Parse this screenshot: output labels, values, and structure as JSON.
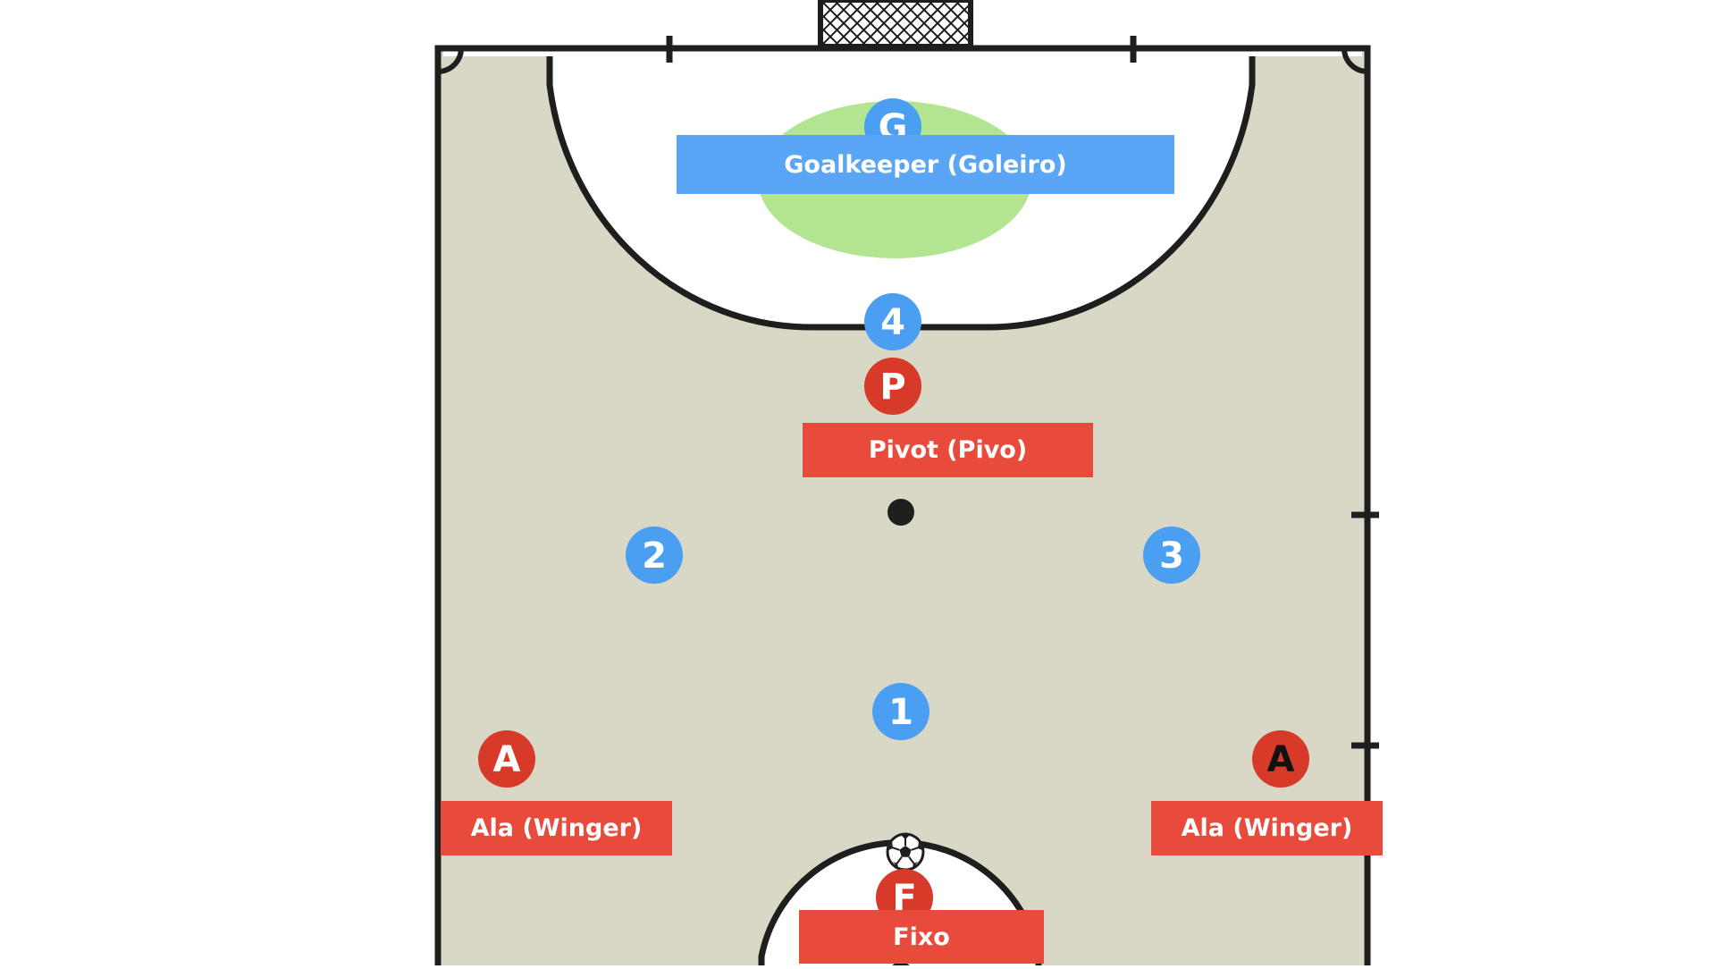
{
  "colors": {
    "court_fill": "#d9d8c6",
    "court_line": "#1e1e1e",
    "area_fill": "#ffffff",
    "keeper_zone": "#b2e491",
    "team_blue": "#4b9ff2",
    "team_red": "#d83a2a",
    "label_blue": "#5aa5f5",
    "label_red": "#e84a3b"
  },
  "icons": {
    "goal": "goal-net-icon",
    "ball": "soccer-ball-icon"
  },
  "players": [
    {
      "id": "goalkeeper",
      "text": "G",
      "team": "blue",
      "text_color": "#ffffff"
    },
    {
      "id": "blue-4",
      "text": "4",
      "team": "blue",
      "text_color": "#ffffff"
    },
    {
      "id": "blue-2",
      "text": "2",
      "team": "blue",
      "text_color": "#ffffff"
    },
    {
      "id": "blue-3",
      "text": "3",
      "team": "blue",
      "text_color": "#ffffff"
    },
    {
      "id": "blue-1",
      "text": "1",
      "team": "blue",
      "text_color": "#ffffff"
    },
    {
      "id": "pivot",
      "text": "P",
      "team": "red",
      "text_color": "#ffffff"
    },
    {
      "id": "ala-left",
      "text": "A",
      "team": "red",
      "text_color": "#ffffff"
    },
    {
      "id": "ala-right",
      "text": "A",
      "team": "red",
      "text_color": "#111111"
    },
    {
      "id": "fixo",
      "text": "F",
      "team": "red",
      "text_color": "#ffffff"
    }
  ],
  "labels": {
    "goalkeeper": "Goalkeeper (Goleiro)",
    "pivot": "Pivot (Pivo)",
    "ala_left": "Ala (Winger)",
    "ala_right": "Ala (Winger)",
    "fixo": "Fixo"
  }
}
